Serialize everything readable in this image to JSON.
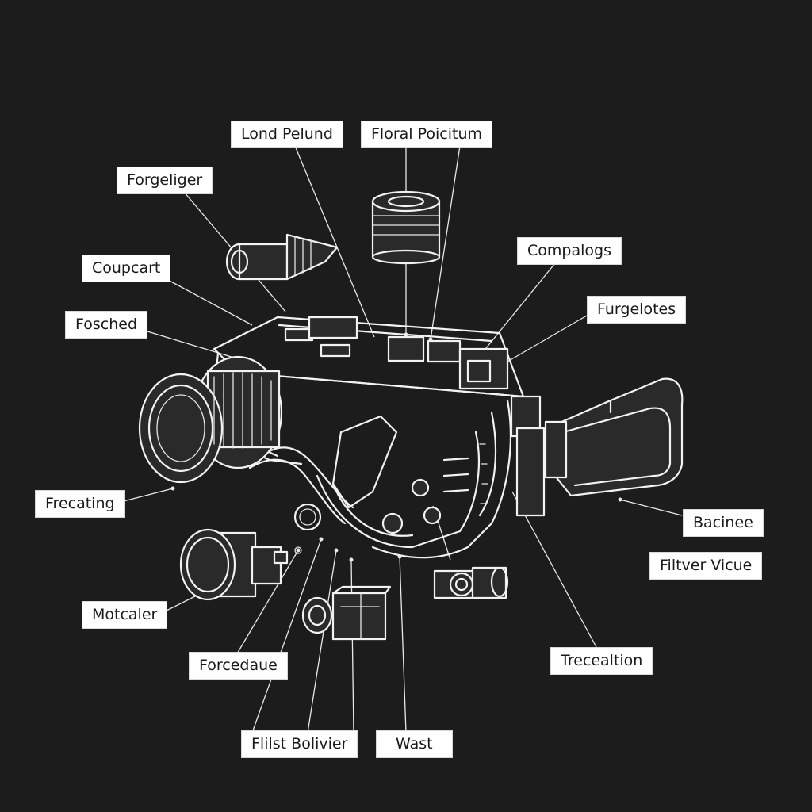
{
  "labels": {
    "lond_pelund": "Lond Pelund",
    "floral_poicitum": "Floral Poicitum",
    "forgeliger": "Forgeliger",
    "compalogs": "Compalogs",
    "coupcart": "Coupcart",
    "furgelotes": "Furgelotes",
    "fosched": "Fosched",
    "frecating": "Frecating",
    "bacinee": "Bacinee",
    "filtver_vicue": "Filtver Vicue",
    "motcaler": "Motcaler",
    "forcedaue": "Forcedaue",
    "trecealtion": "Trecealtion",
    "flilst_bolivier": "Flilst Bolivier",
    "wast": "Wast"
  },
  "colors": {
    "background": "#1c1c1c",
    "linework": "#f2f2f2",
    "label_bg": "#ffffff",
    "label_text": "#1a1a1a"
  }
}
